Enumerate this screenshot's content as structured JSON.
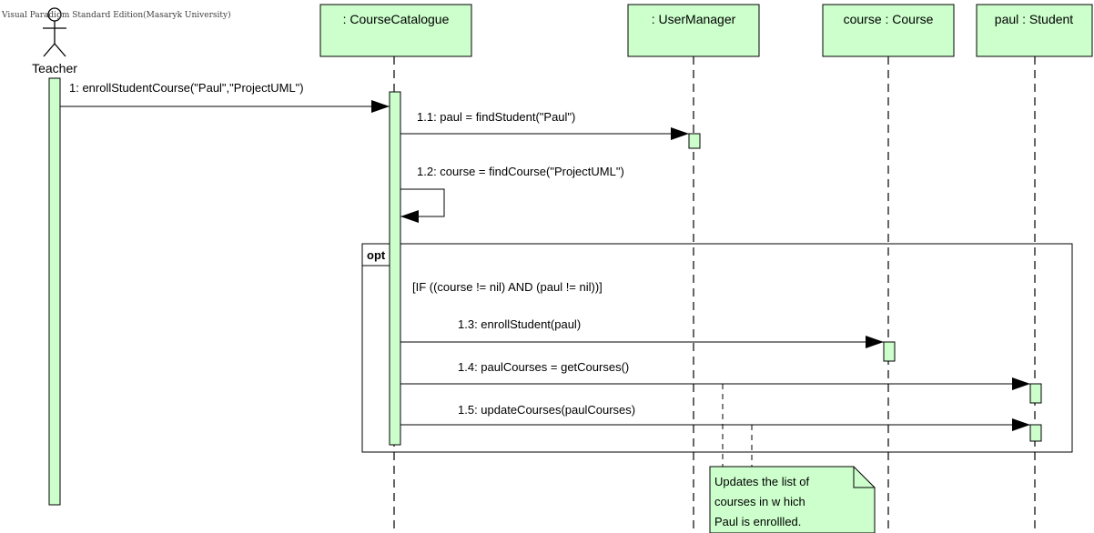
{
  "watermark": "Visual Paradigm Standard Edition(Masaryk University)",
  "actor": {
    "name": "Teacher"
  },
  "lifelines": [
    {
      "label": ": CourseCatalogue"
    },
    {
      "label": ": UserManager"
    },
    {
      "label": "course : Course"
    },
    {
      "label": "paul : Student"
    }
  ],
  "messages": [
    {
      "label": "1: enrollStudentCourse(\"Paul\",\"ProjectUML\")"
    },
    {
      "label": "1.1: paul = findStudent(\"Paul\")"
    },
    {
      "label": "1.2: course = findCourse(\"ProjectUML\")"
    },
    {
      "label": "1.3: enrollStudent(paul)"
    },
    {
      "label": "1.4: paulCourses = getCourses()"
    },
    {
      "label": "1.5: updateCourses(paulCourses)"
    }
  ],
  "fragment": {
    "operator": "opt",
    "guard": "[IF ((course != nil) AND (paul != nil))]"
  },
  "note": {
    "lines": [
      "Updates the list of",
      "courses in w hich",
      "Paul is enrollled."
    ]
  },
  "colors": {
    "fill": "#ccffcc",
    "stroke": "#000000"
  }
}
